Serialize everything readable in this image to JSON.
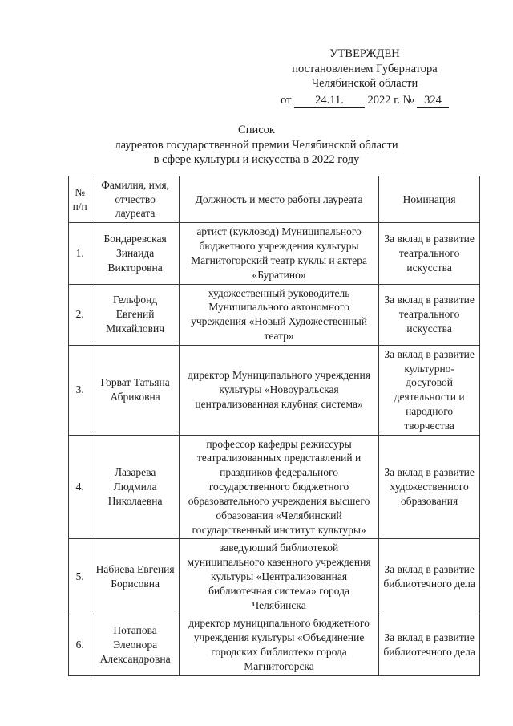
{
  "approval": {
    "line1": "УТВЕРЖДЕН",
    "line2": "постановлением Губернатора",
    "line3": "Челябинской области",
    "date_prefix": "от",
    "date_value": "24.11.",
    "date_mid": "2022 г. №",
    "number": "324"
  },
  "title": {
    "line1": "Список",
    "line2": "лауреатов государственной премии Челябинской области",
    "line3": "в сфере культуры и искусства в 2022 году"
  },
  "table": {
    "headers": {
      "num": "№ п/п",
      "name": "Фамилия, имя, отчество лауреата",
      "position": "Должность и место работы лауреата",
      "nomination": "Номинация"
    },
    "rows": [
      {
        "num": "1.",
        "name": "Бондаревская Зинаида Викторовна",
        "position": "артист (кукловод) Муниципального бюджетного учреждения культуры Магнитогорский театр куклы и актера «Буратино»",
        "nomination": "За вклад в развитие театрального искусства"
      },
      {
        "num": "2.",
        "name": "Гельфонд Евгений Михайлович",
        "position": "художественный руководитель Муниципального автономного учреждения «Новый Художественный театр»",
        "nomination": "За вклад в развитие театрального искусства"
      },
      {
        "num": "3.",
        "name": "Горват Татьяна Абриковна",
        "position": "директор Муниципального учреждения культуры «Новоуральская централизованная клубная система»",
        "nomination": "За вклад в развитие культурно-досуговой деятельности и народного творчества"
      },
      {
        "num": "4.",
        "name": "Лазарева Людмила Николаевна",
        "position": "профессор кафедры режиссуры театрализованных представлений и праздников федерального государственного бюджетного образовательного учреждения высшего образования «Челябинский государственный институт культуры»",
        "nomination": "За вклад в развитие художественного образования"
      },
      {
        "num": "5.",
        "name": "Набиева Евгения Борисовна",
        "position": "заведующий библиотекой муниципального казенного учреждения культуры «Централизованная библиотечная система» города Челябинска",
        "nomination": "За вклад в развитие библиотечного дела"
      },
      {
        "num": "6.",
        "name": "Потапова Элеонора Александровна",
        "position": "директор муниципального бюджетного учреждения культуры «Объединение городских библиотек» города Магнитогорска",
        "nomination": "За вклад в развитие библиотечного дела"
      }
    ]
  }
}
